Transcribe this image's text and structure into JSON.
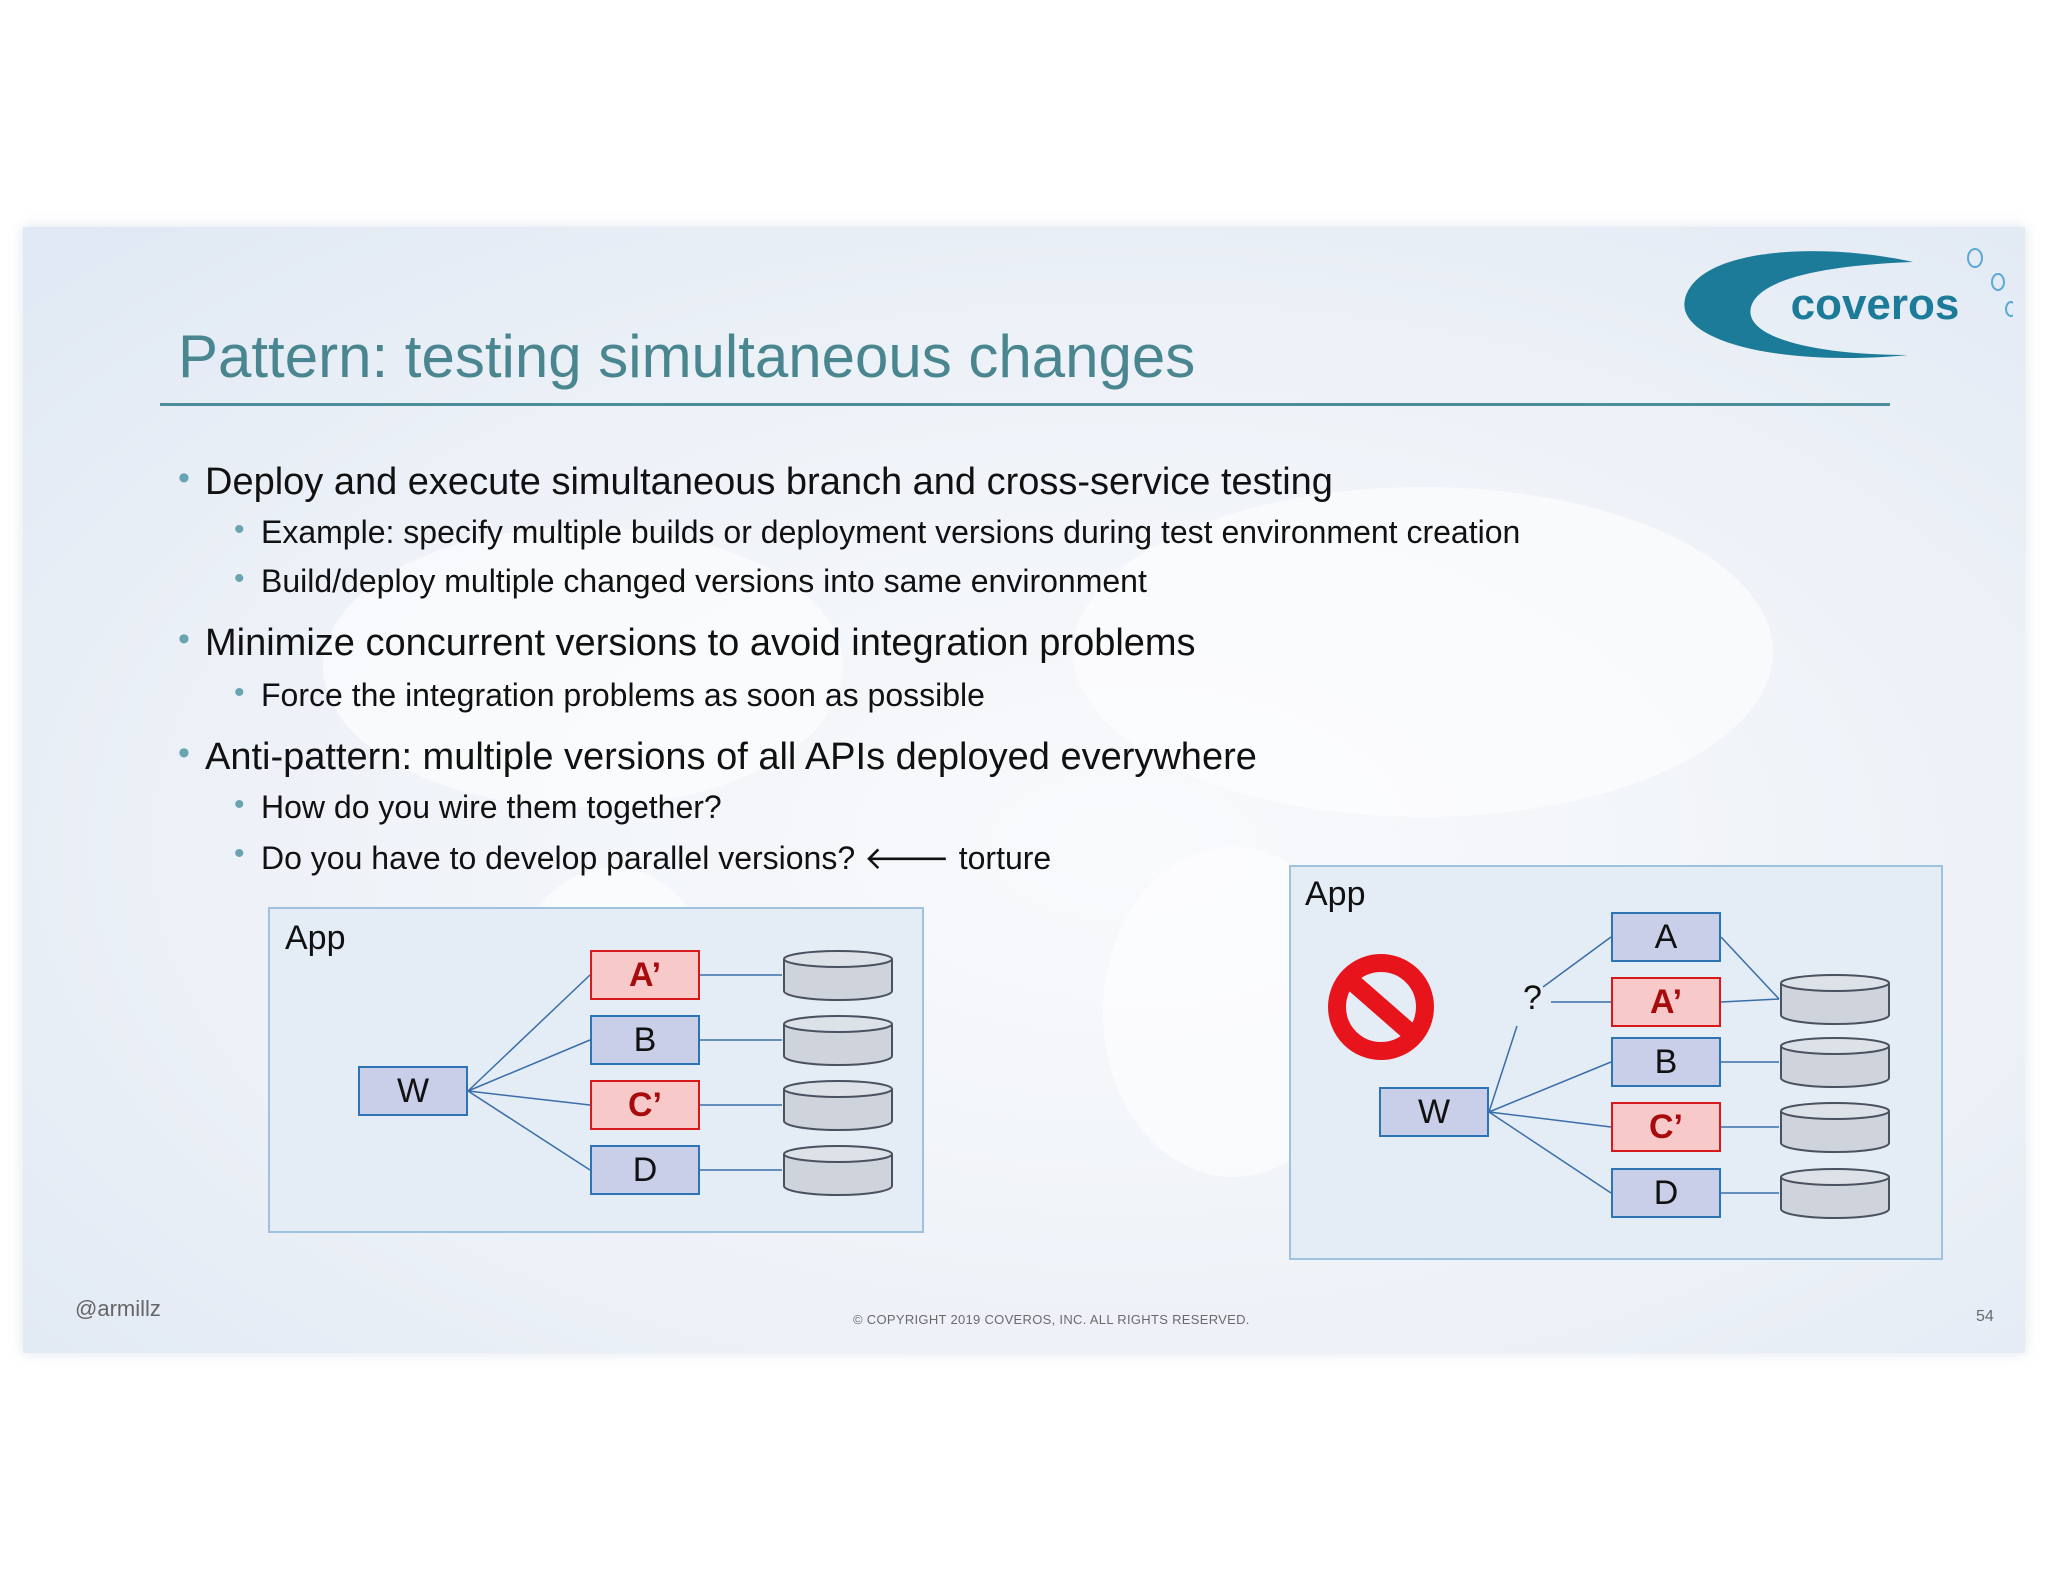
{
  "slide": {
    "title": "Pattern: testing simultaneous changes",
    "logo_text": "coveros",
    "bullets": [
      {
        "text": "Deploy and execute simultaneous branch and cross-service testing",
        "sub": [
          "Example: specify multiple builds or deployment versions during test environment creation",
          "Build/deploy multiple changed versions into same environment"
        ]
      },
      {
        "text": "Minimize concurrent versions to avoid integration problems",
        "sub": [
          "Force the integration problems as soon as possible"
        ]
      },
      {
        "text": "Anti-pattern: multiple versions of all APIs deployed everywhere",
        "sub": [
          "How do you wire them together?",
          "Do you have to develop parallel versions?",
          "torture"
        ]
      }
    ],
    "arrow_glyph": "🡐",
    "bullet_glyph": "•",
    "diagram_left": {
      "label": "App",
      "web": "W",
      "services": [
        "A’",
        "B",
        "C’",
        "D"
      ]
    },
    "diagram_right": {
      "label": "App",
      "web": "W",
      "question": "?",
      "services": [
        "A",
        "A’",
        "B",
        "C’",
        "D"
      ]
    },
    "footer": {
      "handle": "@armillz",
      "copyright": "© COPYRIGHT 2019 COVEROS, INC. ALL RIGHTS RESERVED.",
      "page": "54"
    },
    "colors": {
      "title": "#4a8690",
      "rule": "#4b8e9a",
      "logo": "#1d7b9a",
      "changed_border": "#d7191c",
      "changed_fill": "#f7c9c9",
      "node_fill": "#c9cfe9",
      "node_border": "#2e74b5",
      "prohibited": "#e8141c"
    },
    "icons": [
      "prohibited-icon",
      "database-icon",
      "left-arrow-icon",
      "coveros-logo"
    ]
  }
}
